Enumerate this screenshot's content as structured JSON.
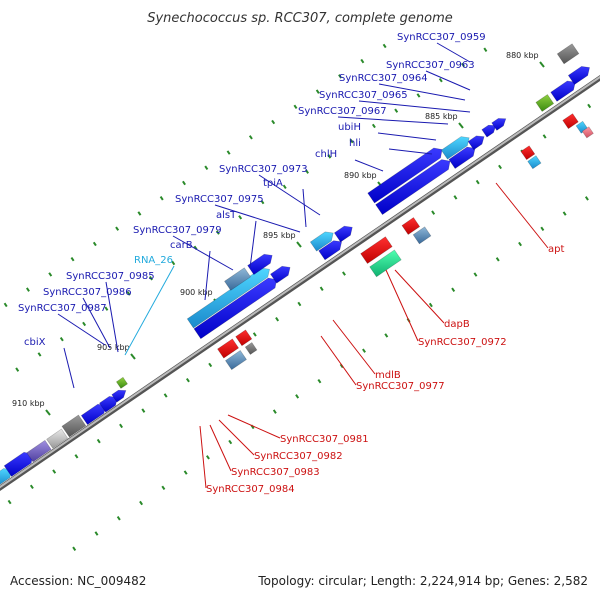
{
  "title": "Synechococcus sp. RCC307, complete genome",
  "footer": {
    "accession": "Accession: NC_009482",
    "topology": "Topology: circular; Length: 2,224,914 bp; Genes: 2,582"
  },
  "colors": {
    "forward_label": "#1a1ab0",
    "reverse_label": "#cc1111",
    "rna_label": "#22aadd",
    "backbone": "#888888",
    "forward_gene": "#1010e0",
    "reverse_gene": "#e01010",
    "tick": "#2a8a2a"
  },
  "ticks": [
    {
      "label": "880 kbp"
    },
    {
      "label": "885 kbp"
    },
    {
      "label": "890 kbp"
    },
    {
      "label": "895 kbp"
    },
    {
      "label": "900 kbp"
    },
    {
      "label": "905 kbp"
    },
    {
      "label": "910 kbp"
    }
  ],
  "upper_labels": [
    {
      "text": "SynRCC307_0959",
      "type": "cds"
    },
    {
      "text": "SynRCC307_0963",
      "type": "cds"
    },
    {
      "text": "SynRCC307_0964",
      "type": "cds"
    },
    {
      "text": "SynRCC307_0965",
      "type": "cds"
    },
    {
      "text": "SynRCC307_0967",
      "type": "cds"
    },
    {
      "text": "ubiH",
      "type": "cds"
    },
    {
      "text": "hli",
      "type": "cds"
    },
    {
      "text": "chlH",
      "type": "cds"
    },
    {
      "text": "SynRCC307_0973",
      "type": "cds"
    },
    {
      "text": "tpiA",
      "type": "cds"
    },
    {
      "text": "SynRCC307_0975",
      "type": "cds"
    },
    {
      "text": "alsT",
      "type": "cds"
    },
    {
      "text": "SynRCC307_0979",
      "type": "cds"
    },
    {
      "text": "carB",
      "type": "cds"
    },
    {
      "text": "RNA_26",
      "type": "rna"
    },
    {
      "text": "SynRCC307_0985",
      "type": "cds"
    },
    {
      "text": "SynRCC307_0986",
      "type": "cds"
    },
    {
      "text": "SynRCC307_0987",
      "type": "cds"
    },
    {
      "text": "cbiX",
      "type": "cds"
    }
  ],
  "lower_labels": [
    {
      "text": "apt"
    },
    {
      "text": "dapB"
    },
    {
      "text": "SynRCC307_0972"
    },
    {
      "text": "mdlB"
    },
    {
      "text": "SynRCC307_0977"
    },
    {
      "text": "SynRCC307_0981"
    },
    {
      "text": "SynRCC307_0982"
    },
    {
      "text": "SynRCC307_0983"
    },
    {
      "text": "SynRCC307_0984"
    }
  ]
}
